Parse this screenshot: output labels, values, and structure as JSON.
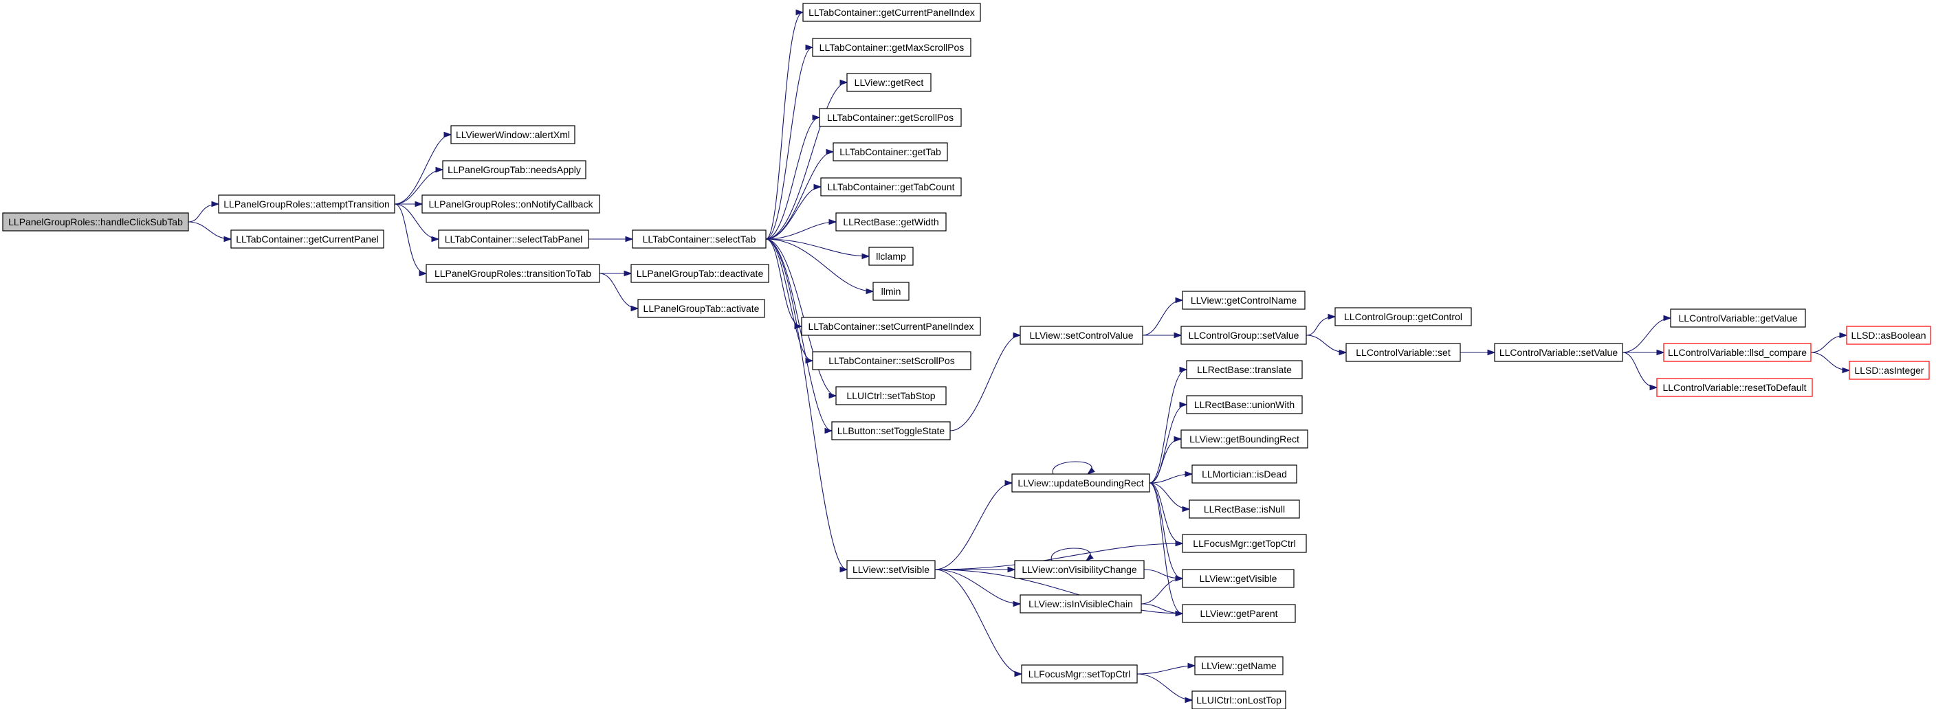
{
  "colors": {
    "edge": "#191970",
    "node_border": "#000000",
    "root_fill": "#bfbfbf",
    "external_border": "#ff0000",
    "background": "#ffffff"
  },
  "nodes": [
    {
      "id": "n0",
      "label": "LLPanelGroupRoles::handleClickSubTab",
      "kind": "root"
    },
    {
      "id": "n1",
      "label": "LLPanelGroupRoles::attemptTransition"
    },
    {
      "id": "n2",
      "label": "LLTabContainer::getCurrentPanel"
    },
    {
      "id": "n3",
      "label": "LLViewerWindow::alertXml"
    },
    {
      "id": "n4",
      "label": "LLPanelGroupTab::needsApply"
    },
    {
      "id": "n5",
      "label": "LLPanelGroupRoles::onNotifyCallback"
    },
    {
      "id": "n6",
      "label": "LLTabContainer::selectTabPanel"
    },
    {
      "id": "n7",
      "label": "LLPanelGroupRoles::transitionToTab"
    },
    {
      "id": "n8",
      "label": "LLTabContainer::selectTab"
    },
    {
      "id": "n9",
      "label": "LLPanelGroupTab::deactivate"
    },
    {
      "id": "n10",
      "label": "LLPanelGroupTab::activate"
    },
    {
      "id": "n11",
      "label": "LLTabContainer::getCurrentPanelIndex"
    },
    {
      "id": "n12",
      "label": "LLTabContainer::getMaxScrollPos"
    },
    {
      "id": "n13",
      "label": "LLView::getRect"
    },
    {
      "id": "n14",
      "label": "LLTabContainer::getScrollPos"
    },
    {
      "id": "n15",
      "label": "LLTabContainer::getTab"
    },
    {
      "id": "n16",
      "label": "LLTabContainer::getTabCount"
    },
    {
      "id": "n17",
      "label": "LLRectBase::getWidth"
    },
    {
      "id": "n18",
      "label": "llclamp"
    },
    {
      "id": "n19",
      "label": "llmin"
    },
    {
      "id": "n20",
      "label": "LLTabContainer::setCurrentPanelIndex"
    },
    {
      "id": "n21",
      "label": "LLTabContainer::setScrollPos"
    },
    {
      "id": "n22",
      "label": "LLUICtrl::setTabStop"
    },
    {
      "id": "n23",
      "label": "LLButton::setToggleState"
    },
    {
      "id": "n24",
      "label": "LLView::setVisible"
    },
    {
      "id": "n25",
      "label": "LLView::setControlValue"
    },
    {
      "id": "n26",
      "label": "LLView::getControlName"
    },
    {
      "id": "n27",
      "label": "LLControlGroup::setValue"
    },
    {
      "id": "n28",
      "label": "LLControlGroup::getControl"
    },
    {
      "id": "n29",
      "label": "LLControlVariable::set"
    },
    {
      "id": "n30",
      "label": "LLControlVariable::setValue"
    },
    {
      "id": "n31",
      "label": "LLControlVariable::getValue"
    },
    {
      "id": "n32",
      "label": "LLControlVariable::llsd_compare",
      "kind": "external"
    },
    {
      "id": "n33",
      "label": "LLControlVariable::resetToDefault",
      "kind": "external"
    },
    {
      "id": "n34",
      "label": "LLSD::asBoolean",
      "kind": "external"
    },
    {
      "id": "n35",
      "label": "LLSD::asInteger",
      "kind": "external"
    },
    {
      "id": "n36",
      "label": "LLView::updateBoundingRect"
    },
    {
      "id": "n37",
      "label": "LLRectBase::translate"
    },
    {
      "id": "n38",
      "label": "LLRectBase::unionWith"
    },
    {
      "id": "n39",
      "label": "LLView::getBoundingRect"
    },
    {
      "id": "n40",
      "label": "LLMortician::isDead"
    },
    {
      "id": "n41",
      "label": "LLRectBase::isNull"
    },
    {
      "id": "n42",
      "label": "LLFocusMgr::getTopCtrl"
    },
    {
      "id": "n43",
      "label": "LLView::onVisibilityChange"
    },
    {
      "id": "n44",
      "label": "LLView::getVisible"
    },
    {
      "id": "n45",
      "label": "LLView::isInVisibleChain"
    },
    {
      "id": "n46",
      "label": "LLView::getParent"
    },
    {
      "id": "n47",
      "label": "LLFocusMgr::setTopCtrl"
    },
    {
      "id": "n48",
      "label": "LLView::getName"
    },
    {
      "id": "n49",
      "label": "LLUICtrl::onLostTop"
    }
  ],
  "edges": [
    [
      "n0",
      "n1"
    ],
    [
      "n0",
      "n2"
    ],
    [
      "n1",
      "n3"
    ],
    [
      "n1",
      "n4"
    ],
    [
      "n1",
      "n5"
    ],
    [
      "n1",
      "n6"
    ],
    [
      "n1",
      "n7"
    ],
    [
      "n6",
      "n8"
    ],
    [
      "n7",
      "n9"
    ],
    [
      "n7",
      "n10"
    ],
    [
      "n8",
      "n11"
    ],
    [
      "n8",
      "n12"
    ],
    [
      "n8",
      "n13"
    ],
    [
      "n8",
      "n14"
    ],
    [
      "n8",
      "n15"
    ],
    [
      "n8",
      "n16"
    ],
    [
      "n8",
      "n17"
    ],
    [
      "n8",
      "n18"
    ],
    [
      "n8",
      "n19"
    ],
    [
      "n8",
      "n20"
    ],
    [
      "n8",
      "n21"
    ],
    [
      "n8",
      "n22"
    ],
    [
      "n8",
      "n23"
    ],
    [
      "n8",
      "n24"
    ],
    [
      "n23",
      "n25"
    ],
    [
      "n25",
      "n26"
    ],
    [
      "n25",
      "n27"
    ],
    [
      "n27",
      "n28"
    ],
    [
      "n27",
      "n29"
    ],
    [
      "n29",
      "n30"
    ],
    [
      "n30",
      "n31"
    ],
    [
      "n30",
      "n32"
    ],
    [
      "n30",
      "n33"
    ],
    [
      "n32",
      "n34"
    ],
    [
      "n32",
      "n35"
    ],
    [
      "n24",
      "n36"
    ],
    [
      "n24",
      "n42"
    ],
    [
      "n24",
      "n43"
    ],
    [
      "n24",
      "n45"
    ],
    [
      "n24",
      "n46"
    ],
    [
      "n24",
      "n47"
    ],
    [
      "n36",
      "n36"
    ],
    [
      "n36",
      "n37"
    ],
    [
      "n36",
      "n38"
    ],
    [
      "n36",
      "n39"
    ],
    [
      "n36",
      "n40"
    ],
    [
      "n36",
      "n41"
    ],
    [
      "n36",
      "n42"
    ],
    [
      "n36",
      "n44"
    ],
    [
      "n36",
      "n46"
    ],
    [
      "n43",
      "n43"
    ],
    [
      "n43",
      "n44"
    ],
    [
      "n45",
      "n44"
    ],
    [
      "n45",
      "n46"
    ],
    [
      "n47",
      "n48"
    ],
    [
      "n47",
      "n49"
    ]
  ]
}
